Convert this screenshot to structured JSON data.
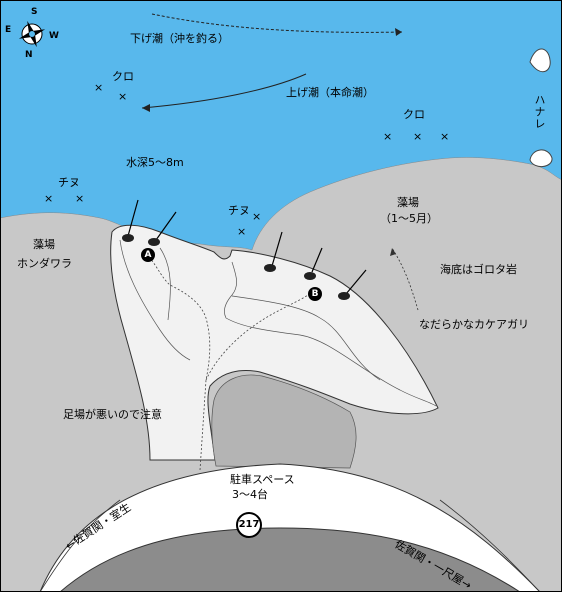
{
  "compass": {
    "north": "N",
    "south": "S",
    "east": "E",
    "west": "W"
  },
  "tides": {
    "falling": "下げ潮（沖を釣る）",
    "rising": "上げ潮（本命潮）"
  },
  "fish": {
    "kuro_left": "クロ",
    "kuro_right": "クロ",
    "chinu_left": "チヌ",
    "chinu_center": "チヌ"
  },
  "depth": "水深5～8m",
  "seaweed_left": {
    "line1": "藻場",
    "line2": "ホンダワラ"
  },
  "seaweed_right": {
    "line1": "藻場",
    "line2": "（1～5月）"
  },
  "headland": "ハナレ",
  "seabed": "海底はゴロタ岩",
  "slope": "なだらかなカケアガリ",
  "footing": "足場が悪いので注意",
  "parking": {
    "line1": "駐車スペース",
    "line2": "3～4台"
  },
  "route": "217",
  "road_left": "←佐賀関・室生",
  "road_right": "佐賀関・一尺屋→",
  "spots": {
    "a": "A",
    "b": "B"
  },
  "colors": {
    "sea": "#58b8ec",
    "land": "#c8c8c8",
    "rock": "#f0f0f0",
    "road": "#8c8c8c"
  }
}
